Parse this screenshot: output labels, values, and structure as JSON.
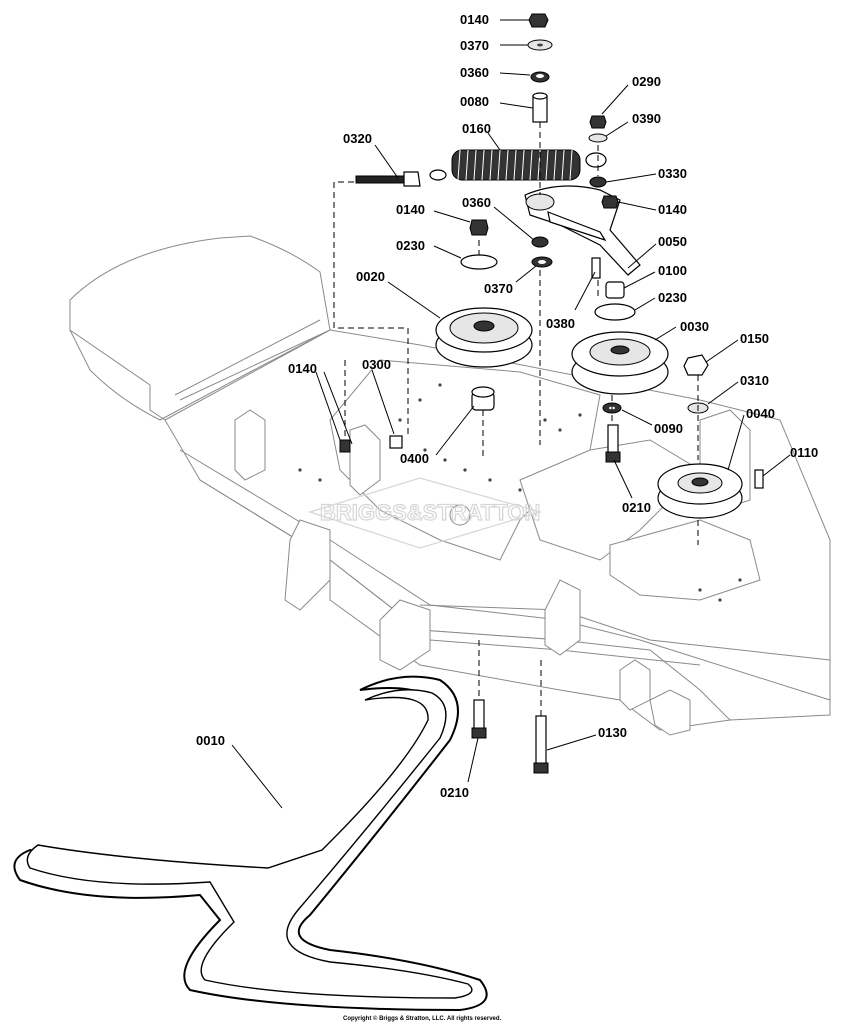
{
  "diagram": {
    "type": "exploded-parts-diagram",
    "watermark": "BRIGGS&STRATTON",
    "copyright": "Copyright © Briggs & Stratton, LLC. All rights reserved.",
    "callouts": [
      {
        "id": "c-0140-top",
        "label": "0140"
      },
      {
        "id": "c-0370-top",
        "label": "0370"
      },
      {
        "id": "c-0360-top",
        "label": "0360"
      },
      {
        "id": "c-0080",
        "label": "0080"
      },
      {
        "id": "c-0290",
        "label": "0290"
      },
      {
        "id": "c-0390",
        "label": "0390"
      },
      {
        "id": "c-0320",
        "label": "0320"
      },
      {
        "id": "c-0160",
        "label": "0160"
      },
      {
        "id": "c-0330",
        "label": "0330"
      },
      {
        "id": "c-0140-right",
        "label": "0140"
      },
      {
        "id": "c-0140-mid",
        "label": "0140"
      },
      {
        "id": "c-0360-mid",
        "label": "0360"
      },
      {
        "id": "c-0050",
        "label": "0050"
      },
      {
        "id": "c-0230-left",
        "label": "0230"
      },
      {
        "id": "c-0100",
        "label": "0100"
      },
      {
        "id": "c-0020",
        "label": "0020"
      },
      {
        "id": "c-0370-mid",
        "label": "0370"
      },
      {
        "id": "c-0230-right",
        "label": "0230"
      },
      {
        "id": "c-0380",
        "label": "0380"
      },
      {
        "id": "c-0030",
        "label": "0030"
      },
      {
        "id": "c-0140-left",
        "label": "0140"
      },
      {
        "id": "c-0300",
        "label": "0300"
      },
      {
        "id": "c-0150",
        "label": "0150"
      },
      {
        "id": "c-0310",
        "label": "0310"
      },
      {
        "id": "c-0040",
        "label": "0040"
      },
      {
        "id": "c-0090",
        "label": "0090"
      },
      {
        "id": "c-0110",
        "label": "0110"
      },
      {
        "id": "c-0400",
        "label": "0400"
      },
      {
        "id": "c-0210-mid",
        "label": "0210"
      },
      {
        "id": "c-0010",
        "label": "0010"
      },
      {
        "id": "c-0130",
        "label": "0130"
      },
      {
        "id": "c-0210-bottom",
        "label": "0210"
      }
    ]
  }
}
